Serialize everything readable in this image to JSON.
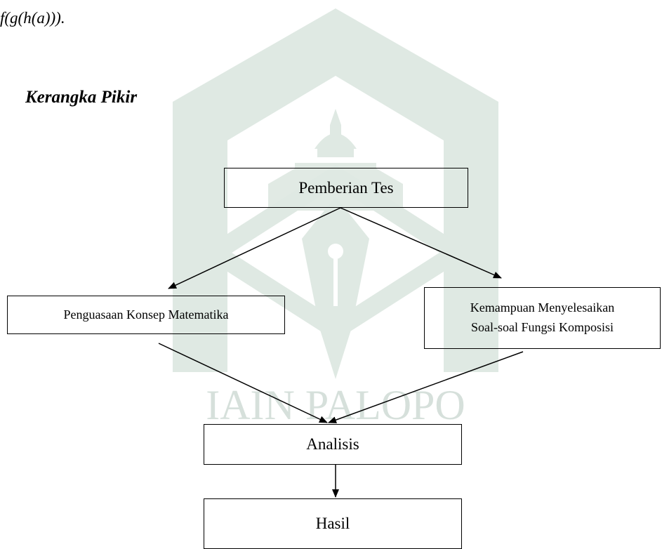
{
  "formula": "f(g(h(a))).",
  "heading": "Kerangka Pikir",
  "watermark": {
    "text": "IAIN PALOPO",
    "color": "#dfe9e3",
    "text_color": "#d6e0db"
  },
  "boxes": {
    "pemberian_tes": "Pemberian Tes",
    "penguasaan_konsep": "Penguasaan Konsep Matematika",
    "kemampuan_line1": "Kemampuan Menyelesaikan",
    "kemampuan_line2": "Soal-soal Fungsi Komposisi",
    "analisis": "Analisis",
    "hasil": "Hasil"
  }
}
